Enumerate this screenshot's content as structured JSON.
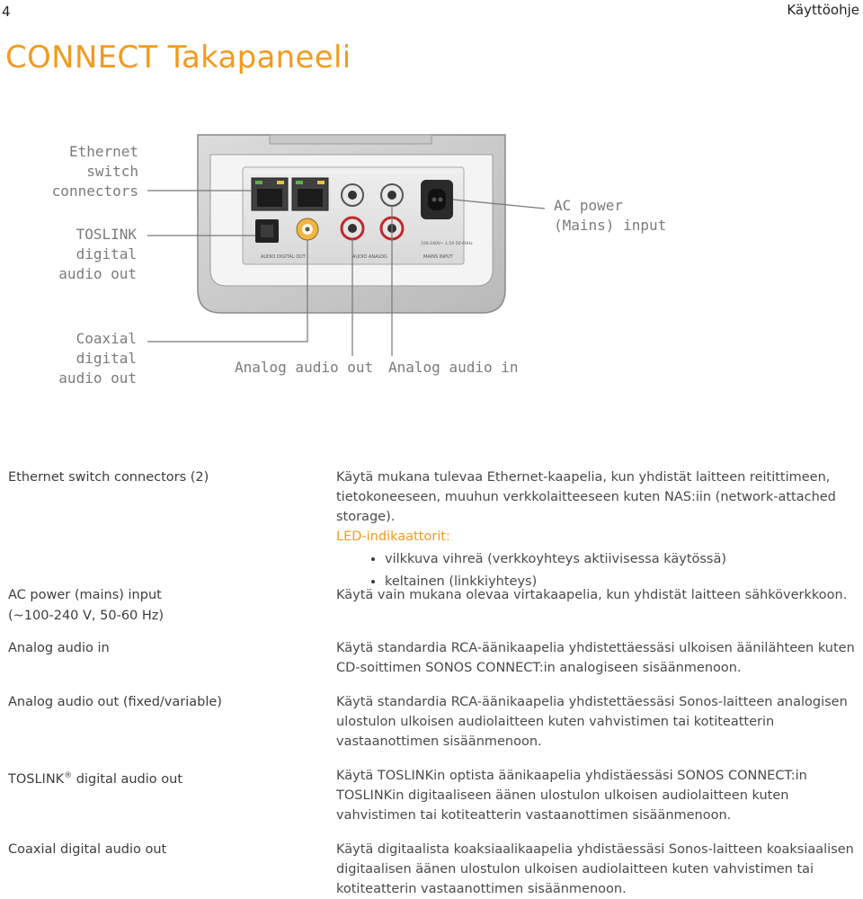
{
  "header": {
    "page_number": "4",
    "doc_title": "Käyttöohje"
  },
  "title": "CONNECT Takapaneeli",
  "diagram": {
    "callouts": {
      "ethernet": [
        "Ethernet",
        "switch",
        "connectors"
      ],
      "toslink": [
        "TOSLINK",
        "digital",
        "audio out"
      ],
      "coaxial": [
        "Coaxial",
        "digital",
        "audio out"
      ],
      "ac_power": [
        "AC power",
        "(Mains) input"
      ],
      "analog_out": "Analog audio out",
      "analog_in": "Analog audio in"
    },
    "panel_labels": {
      "audio_digital_out": "AUDIO DIGITAL OUT",
      "audio_analog": "AUDIO ANALOG",
      "mains_input": "MAINS INPUT",
      "ac_rating": "100-240V~ 1.5A 50-60Hz"
    }
  },
  "specs": [
    {
      "label": "Ethernet switch connectors (2)",
      "desc": "Käytä mukana tulevaa Ethernet-kaapelia, kun yhdistät laitteen reitittimeen, tietokoneeseen, muuhun verkkolaitteeseen kuten NAS:iin (network-attached storage).",
      "led_heading": "LED-indikaattorit:",
      "bullets": [
        "vilkkuva vihreä (verkkoyhteys aktiivisessa käytössä)",
        "keltainen (linkkiyhteys)"
      ]
    },
    {
      "label_line1": "AC power (mains) input",
      "label_line2": "(~100-240 V, 50-60 Hz)",
      "desc": "Käytä vain mukana olevaa virtakaapelia, kun yhdistät laitteen sähköverkkoon."
    },
    {
      "label": "Analog audio in",
      "desc": "Käytä standardia RCA-äänikaapelia yhdistettäessäsi ulkoisen äänilähteen kuten CD-soittimen SONOS CONNECT:in analogiseen sisäänmenoon."
    },
    {
      "label": "Analog audio out (fixed/variable)",
      "desc": "Käytä standardia RCA-äänikaapelia yhdistettäessäsi Sonos-laitteen analogisen ulostulon ulkoisen audiolaitteen kuten vahvistimen tai  kotiteatterin vastaanottimen sisäänmenoon."
    },
    {
      "label_pre": "TOSLINK",
      "label_reg": "®",
      "label_post": " digital audio out",
      "desc": "Käytä TOSLINKin optista äänikaapelia yhdistäessäsi SONOS CONNECT:in TOSLINKin digitaaliseen äänen ulostulon ulkoisen audiolaitteen kuten vahvistimen tai kotiteatterin vastaanottimen sisäänmenoon."
    },
    {
      "label": "Coaxial digital audio out",
      "desc": "Käytä digitaalista koaksiaalikaapelia yhdistäessäsi Sonos-laitteen koaksiaalisen digitaalisen äänen ulostulon ulkoisen audiolaitteen kuten vahvistimen tai  kotiteatterin vastaanottimen sisäänmenoon."
    }
  ]
}
